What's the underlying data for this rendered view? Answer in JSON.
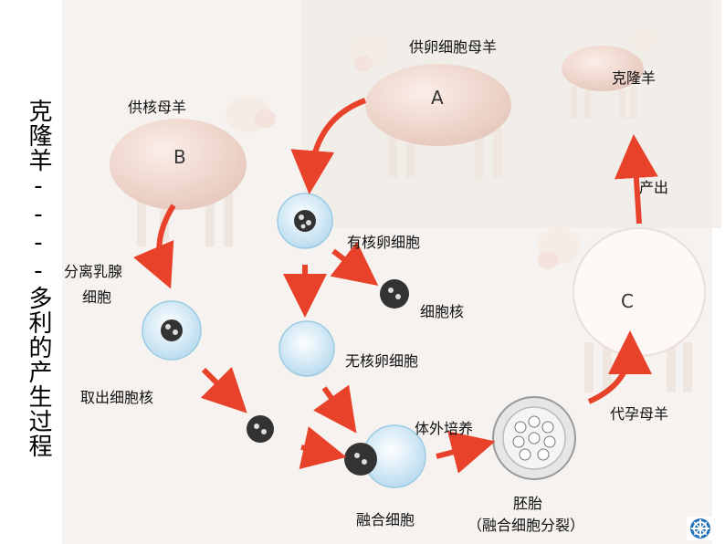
{
  "title": "克隆羊----多利的产生过程",
  "labels": {
    "donor_ewe_b": "供核母羊",
    "egg_donor_ewe_a": "供卵细胞母羊",
    "clone_sheep": "克隆羊",
    "separate_mammary_cells_line1": "分离乳腺",
    "separate_mammary_cells_line2": "细胞",
    "extract_nucleus": "取出细胞核",
    "nucleated_egg": "有核卵细胞",
    "nucleus": "细胞核",
    "enucleated_egg": "无核卵细胞",
    "in_vitro_culture": "体外培养",
    "fused_cell": "融合细胞",
    "embryo": "胚胎",
    "embryo_note": "（融合细胞分裂）",
    "surrogate_ewe": "代孕母羊",
    "born": "产出"
  },
  "letters": {
    "a": "A",
    "b": "B",
    "c": "C"
  },
  "colors": {
    "arrow": "#e8432a",
    "cell": "#d9ecf7",
    "wool": "#f1dcd3"
  },
  "icons": {
    "nav": "wheel-nav-icon"
  }
}
